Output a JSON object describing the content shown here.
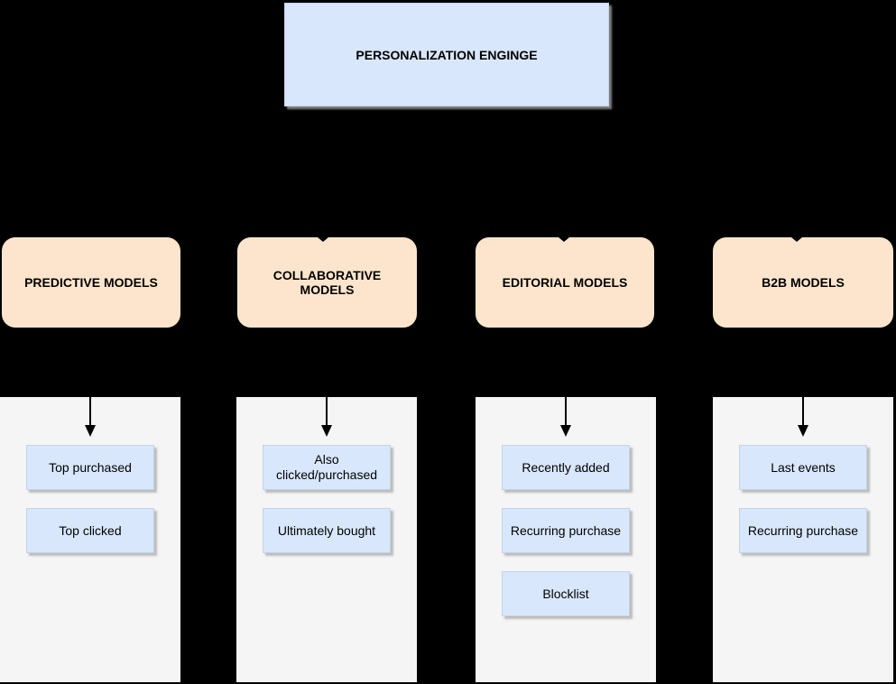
{
  "colors": {
    "background": "#000000",
    "node_blue_fill": "#d9e7fc",
    "node_blue_border": "#c3d3e8",
    "node_orange_fill": "#fce5cc",
    "panel_gray_fill": "#f5f5f5",
    "arrow_color": "#000000"
  },
  "root": {
    "title": "PERSONALIZATION ENGINGE"
  },
  "branches": [
    {
      "id": "predictive",
      "label": "PREDICTIVE MODELS",
      "arrowhead_visible": false,
      "children": [
        "Top purchased",
        "Top clicked"
      ]
    },
    {
      "id": "collaborative",
      "label": "COLLABORATIVE MODELS",
      "arrowhead_visible": true,
      "children": [
        "Also\nclicked/purchased",
        "Ultimately bought"
      ]
    },
    {
      "id": "editorial",
      "label": "EDITORIAL MODELS",
      "arrowhead_visible": true,
      "children": [
        "Recently added",
        "Recurring purchase",
        "Blocklist"
      ]
    },
    {
      "id": "b2b",
      "label": "B2B MODELS",
      "arrowhead_visible": true,
      "children": [
        "Last events",
        "Recurring purchase"
      ]
    }
  ]
}
